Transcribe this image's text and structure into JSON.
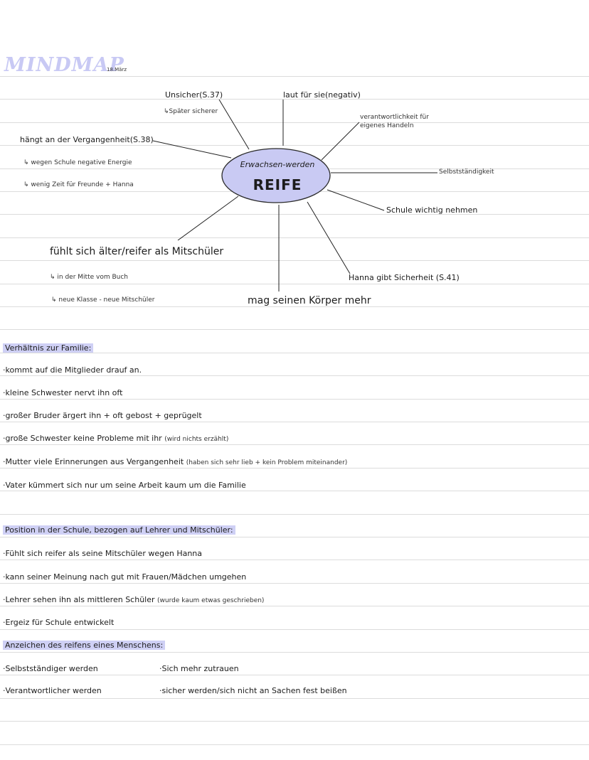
{
  "header": {
    "title": "MINDMAP",
    "date": "18.März"
  },
  "mindmap": {
    "center_subtitle": "Erwachsen-werden",
    "center_title": "REIFE",
    "center_color": "#c9caf3",
    "branches": {
      "unsicher": "Unsicher(S.37)",
      "unsicher_sub": "↳Später sicherer",
      "laut": "laut für sie(negativ)",
      "verantwortlich_1": "verantwortlichkeit für",
      "verantwortlich_2": "eigenes Handeln",
      "haengt": "hängt an der Vergangenheit(S.38)",
      "haengt_sub1": "↳ wegen Schule negative Energie",
      "haengt_sub2": "↳ wenig Zeit für Freunde + Hanna",
      "selbst": "Selbstständigkeit",
      "schule": "Schule wichtig nehmen",
      "fuehlt": "fühlt sich älter/reifer als Mitschüler",
      "fuehlt_sub1": "↳ in der Mitte vom Buch",
      "fuehlt_sub2": "↳ neue Klasse - neue Mitschüler",
      "hanna": "Hanna gibt Sicherheit (S.41)",
      "koerper": "mag seinen Körper mehr"
    }
  },
  "familie": {
    "heading": "Verhältnis zur Familie:",
    "items": [
      "·kommt auf die Mitglieder drauf an.",
      "·kleine Schwester nervt ihn oft",
      "·großer Bruder ärgert ihn + oft gebost + geprügelt",
      "·große Schwester keine Probleme mit ihr",
      "·Mutter viele Erinnerungen aus Vergangenheit",
      "·Vater kümmert sich nur um seine Arbeit kaum um die Familie"
    ],
    "item3_note": "(wird nichts erzählt)",
    "item4_note": "(haben sich sehr lieb + kein Problem miteinander)"
  },
  "schule": {
    "heading": "Position in der Schule, bezogen auf Lehrer und Mitschüler:",
    "items": [
      "·Fühlt sich reifer als seine Mitschüler wegen Hanna",
      "·kann seiner Meinung nach gut mit Frauen/Mädchen umgehen",
      "·Lehrer sehen ihn als mittleren Schüler",
      "·Ergeiz für Schule entwickelt"
    ],
    "item2_note": "(wurde kaum etwas geschrieben)"
  },
  "anzeichen": {
    "heading": "Anzeichen des reifens eines Menschens:",
    "left": [
      "·Selbstständiger werden",
      "·Verantwortlicher werden"
    ],
    "right": [
      "·Sich mehr zutrauen",
      "·sicher werden/sich nicht an Sachen fest beißen"
    ]
  },
  "colors": {
    "highlight": "#cfd0f5",
    "title": "#c8c9f4",
    "rule": "#dcdcdc"
  }
}
